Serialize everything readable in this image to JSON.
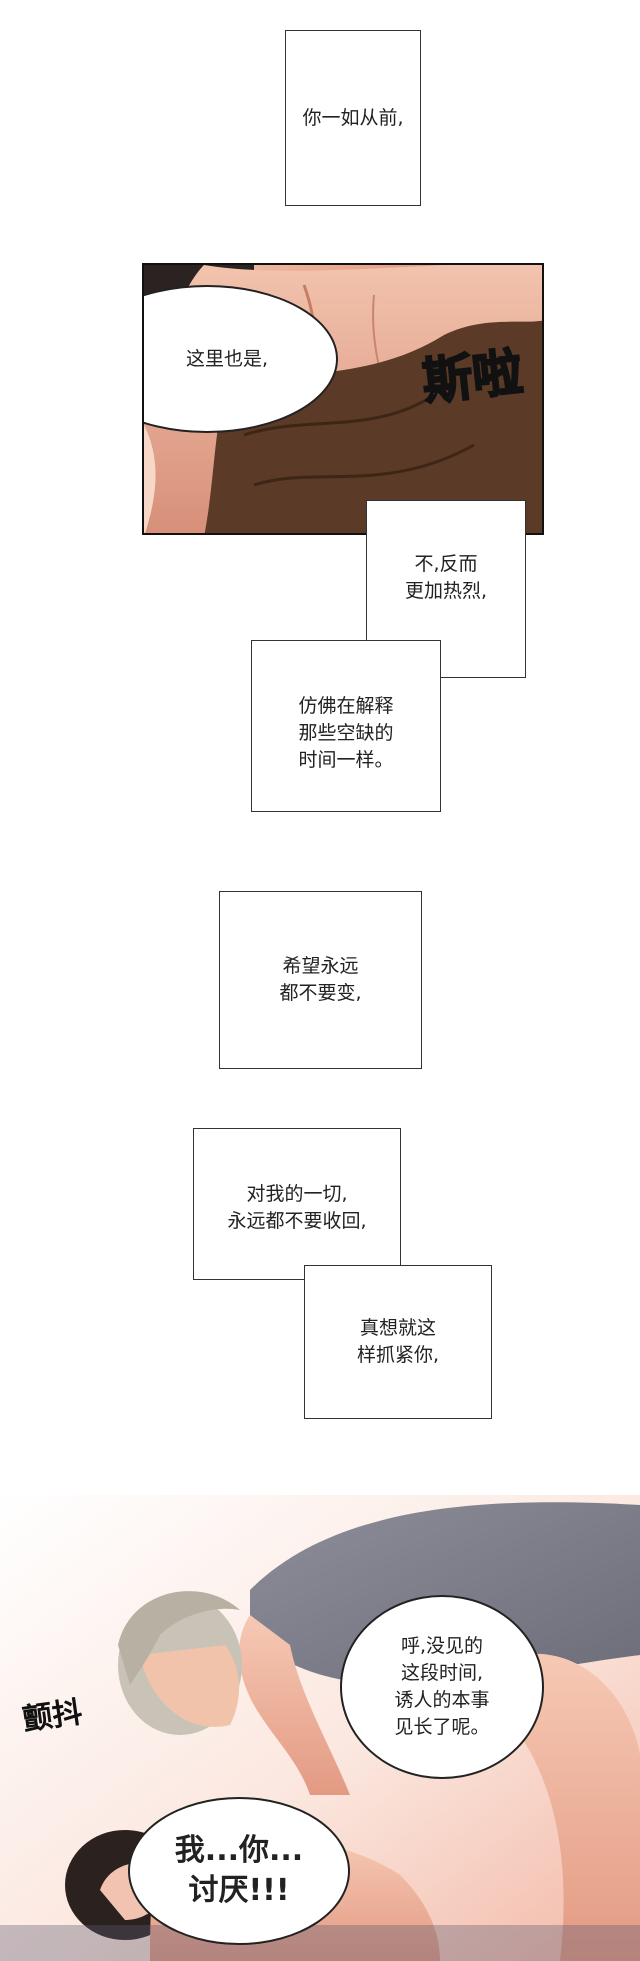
{
  "captions": {
    "c1": "你一如从前,",
    "c2": "不,反而\n更加热烈,",
    "c3": "仿佛在解释\n那些空缺的\n时间一样。",
    "c4": "希望永远\n都不要变,",
    "c5": "对我的一切,\n永远都不要收回,",
    "c6": "真想就这\n样抓紧你,"
  },
  "panel1": {
    "bubble": "这里也是,",
    "sfx": "斯啦"
  },
  "panel2": {
    "bubble_man": "呼,没见的\n这段时间,\n诱人的本事\n见长了呢。",
    "bubble_woman": "我...你...\n讨厌!!!",
    "sfx": "颤抖"
  }
}
